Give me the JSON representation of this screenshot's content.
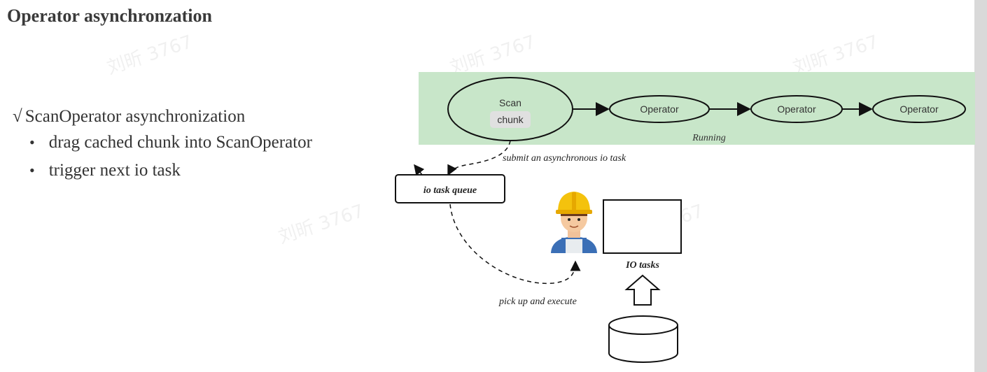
{
  "slide": {
    "title": "Operator asynchronzation",
    "bullet_main": "ScanOperator asynchronization",
    "bullet_main_mark": "√",
    "sub_bullets": [
      "drag cached chunk into ScanOperator",
      "trigger next io task"
    ]
  },
  "diagram": {
    "scan_label": "Scan",
    "chunk_label": "chunk",
    "operators": [
      "Operator",
      "Operator",
      "Operator"
    ],
    "running_label": "Running",
    "submit_label": "submit an asynchronous io task",
    "queue_label": "io task queue",
    "io_tasks_label": "IO tasks",
    "pickup_label": "pick up and execute"
  },
  "watermark": "刘昕 3767",
  "colors": {
    "running_band": "#c8e6c9",
    "chunk_box": "#e0e0e0",
    "helmet": "#f4c20d",
    "overalls": "#3b6fb6"
  }
}
